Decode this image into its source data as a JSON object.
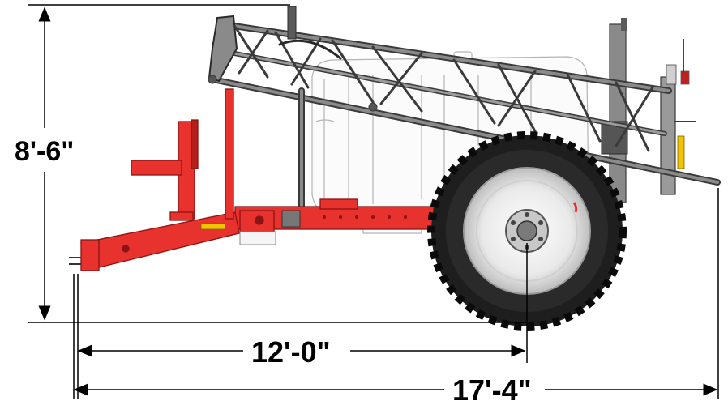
{
  "dimensions": {
    "height_label": "8'-6\"",
    "axle_length_label": "12'-0\"",
    "overall_length_label": "17'-4\""
  },
  "colors": {
    "frame_red": "#e8322e",
    "frame_red_dark": "#b51e1b",
    "boom_gray": "#6b6b6b",
    "boom_dark": "#3a3a3a",
    "tire_black": "#1e1e1e",
    "rim_white": "#f2f2f2",
    "tank_outline": "#b4b4b4",
    "accent_yellow": "#f2c300",
    "dimension_line": "#000000"
  }
}
